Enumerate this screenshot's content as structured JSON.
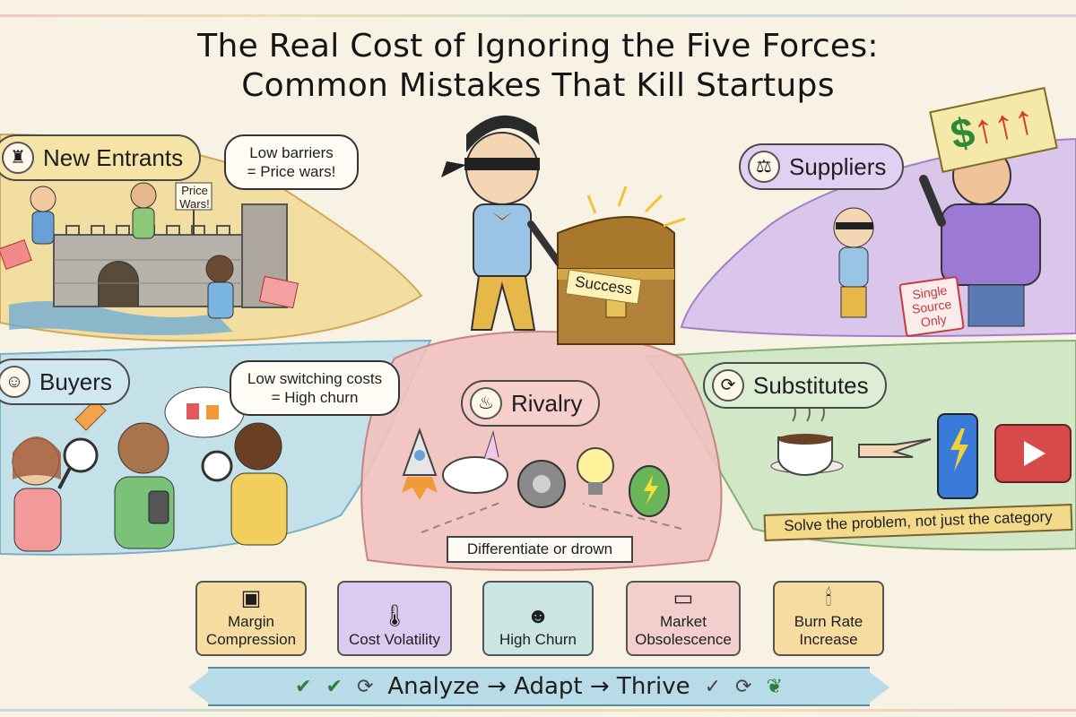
{
  "title_line1": "The Real Cost of Ignoring the Five Forces:",
  "title_line2": "Common Mistakes That Kill Startups",
  "new_entrants": {
    "label": "New Entrants",
    "bubble_line1": "Low barriers",
    "bubble_line2": "= Price wars!",
    "sign_line1": "Price",
    "sign_line2": "Wars!"
  },
  "buyers": {
    "label": "Buyers",
    "bubble_line1": "Low switching costs",
    "bubble_line2": "= High churn"
  },
  "center": {
    "success": "Success"
  },
  "rivalry": {
    "label": "Rivalry",
    "caption": "Differentiate or drown"
  },
  "suppliers": {
    "label": "Suppliers",
    "price_tag": "$",
    "stamp_line1": "Single",
    "stamp_line2": "Source",
    "stamp_line3": "Only"
  },
  "substitutes": {
    "label": "Substitutes",
    "banner": "Solve the problem, not just the category"
  },
  "consequences": [
    {
      "label_line1": "Margin",
      "label_line2": "Compression",
      "icon": "wallet-icon"
    },
    {
      "label_line1": "Cost Volatility",
      "label_line2": "",
      "icon": "thermometer-icon"
    },
    {
      "label_line1": "High Churn",
      "label_line2": "",
      "icon": "person-icon"
    },
    {
      "label_line1": "Market",
      "label_line2": "Obsolescence",
      "icon": "broken-tv-icon"
    },
    {
      "label_line1": "Burn Rate",
      "label_line2": "Increase",
      "icon": "candle-icon"
    }
  ],
  "footer": {
    "text": "Analyze → Adapt → Thrive"
  },
  "colors": {
    "entrants": "#f2dc9a",
    "buyers": "#bfe0ea",
    "suppliers": "#d8c2ec",
    "substitutes": "#cde6c2",
    "rivalry": "#f2c2c0"
  }
}
